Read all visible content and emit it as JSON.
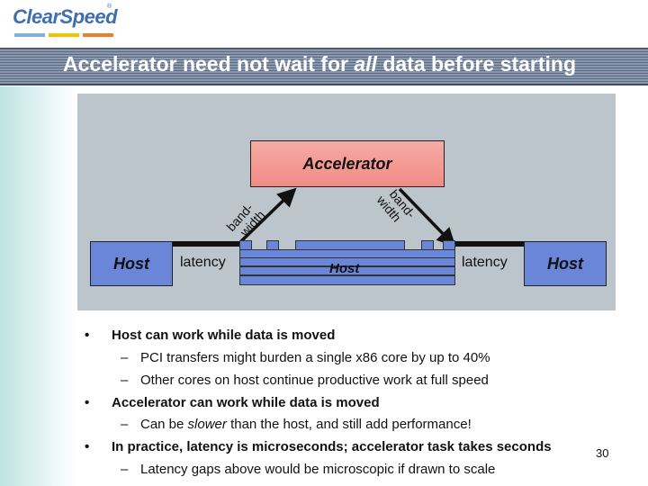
{
  "logo": {
    "name": "ClearSpeed",
    "tm": "®",
    "bar_colors": [
      "#7fb2e0",
      "#f5c400",
      "#f07d28"
    ]
  },
  "slide": {
    "title_pre": "Accelerator need not wait for ",
    "title_em": "all",
    "title_post": " data before starting"
  },
  "diagram": {
    "accelerator": "Accelerator",
    "host_left": "Host",
    "host_right": "Host",
    "host_center": "Host",
    "latency_left": "latency",
    "latency_right": "latency",
    "bandwidth_left": [
      "band-",
      "width"
    ],
    "bandwidth_right": [
      "band-",
      "width"
    ]
  },
  "bullets": {
    "b1": "Host can work while data is moved",
    "b1_1": "PCI transfers might burden a single x86 core by up to 40%",
    "b1_2": "Other cores on host continue productive work at full speed",
    "b2": "Accelerator can work while data is moved",
    "b2_1_em": "slower",
    "b2_1_pre": "Can be ",
    "b2_1_post": " than the host, and still add performance!",
    "b3": "In practice, latency is microseconds; accelerator task takes seconds",
    "b3_1": "Latency gaps above would be microscopic if drawn to scale",
    "bullet_char": "•",
    "dash_char": "–"
  },
  "page_number": "30",
  "colors": {
    "accelerator_fill": "#f28c86",
    "host_fill": "#6a86d8",
    "diagram_bg": "#bcc4cc"
  }
}
